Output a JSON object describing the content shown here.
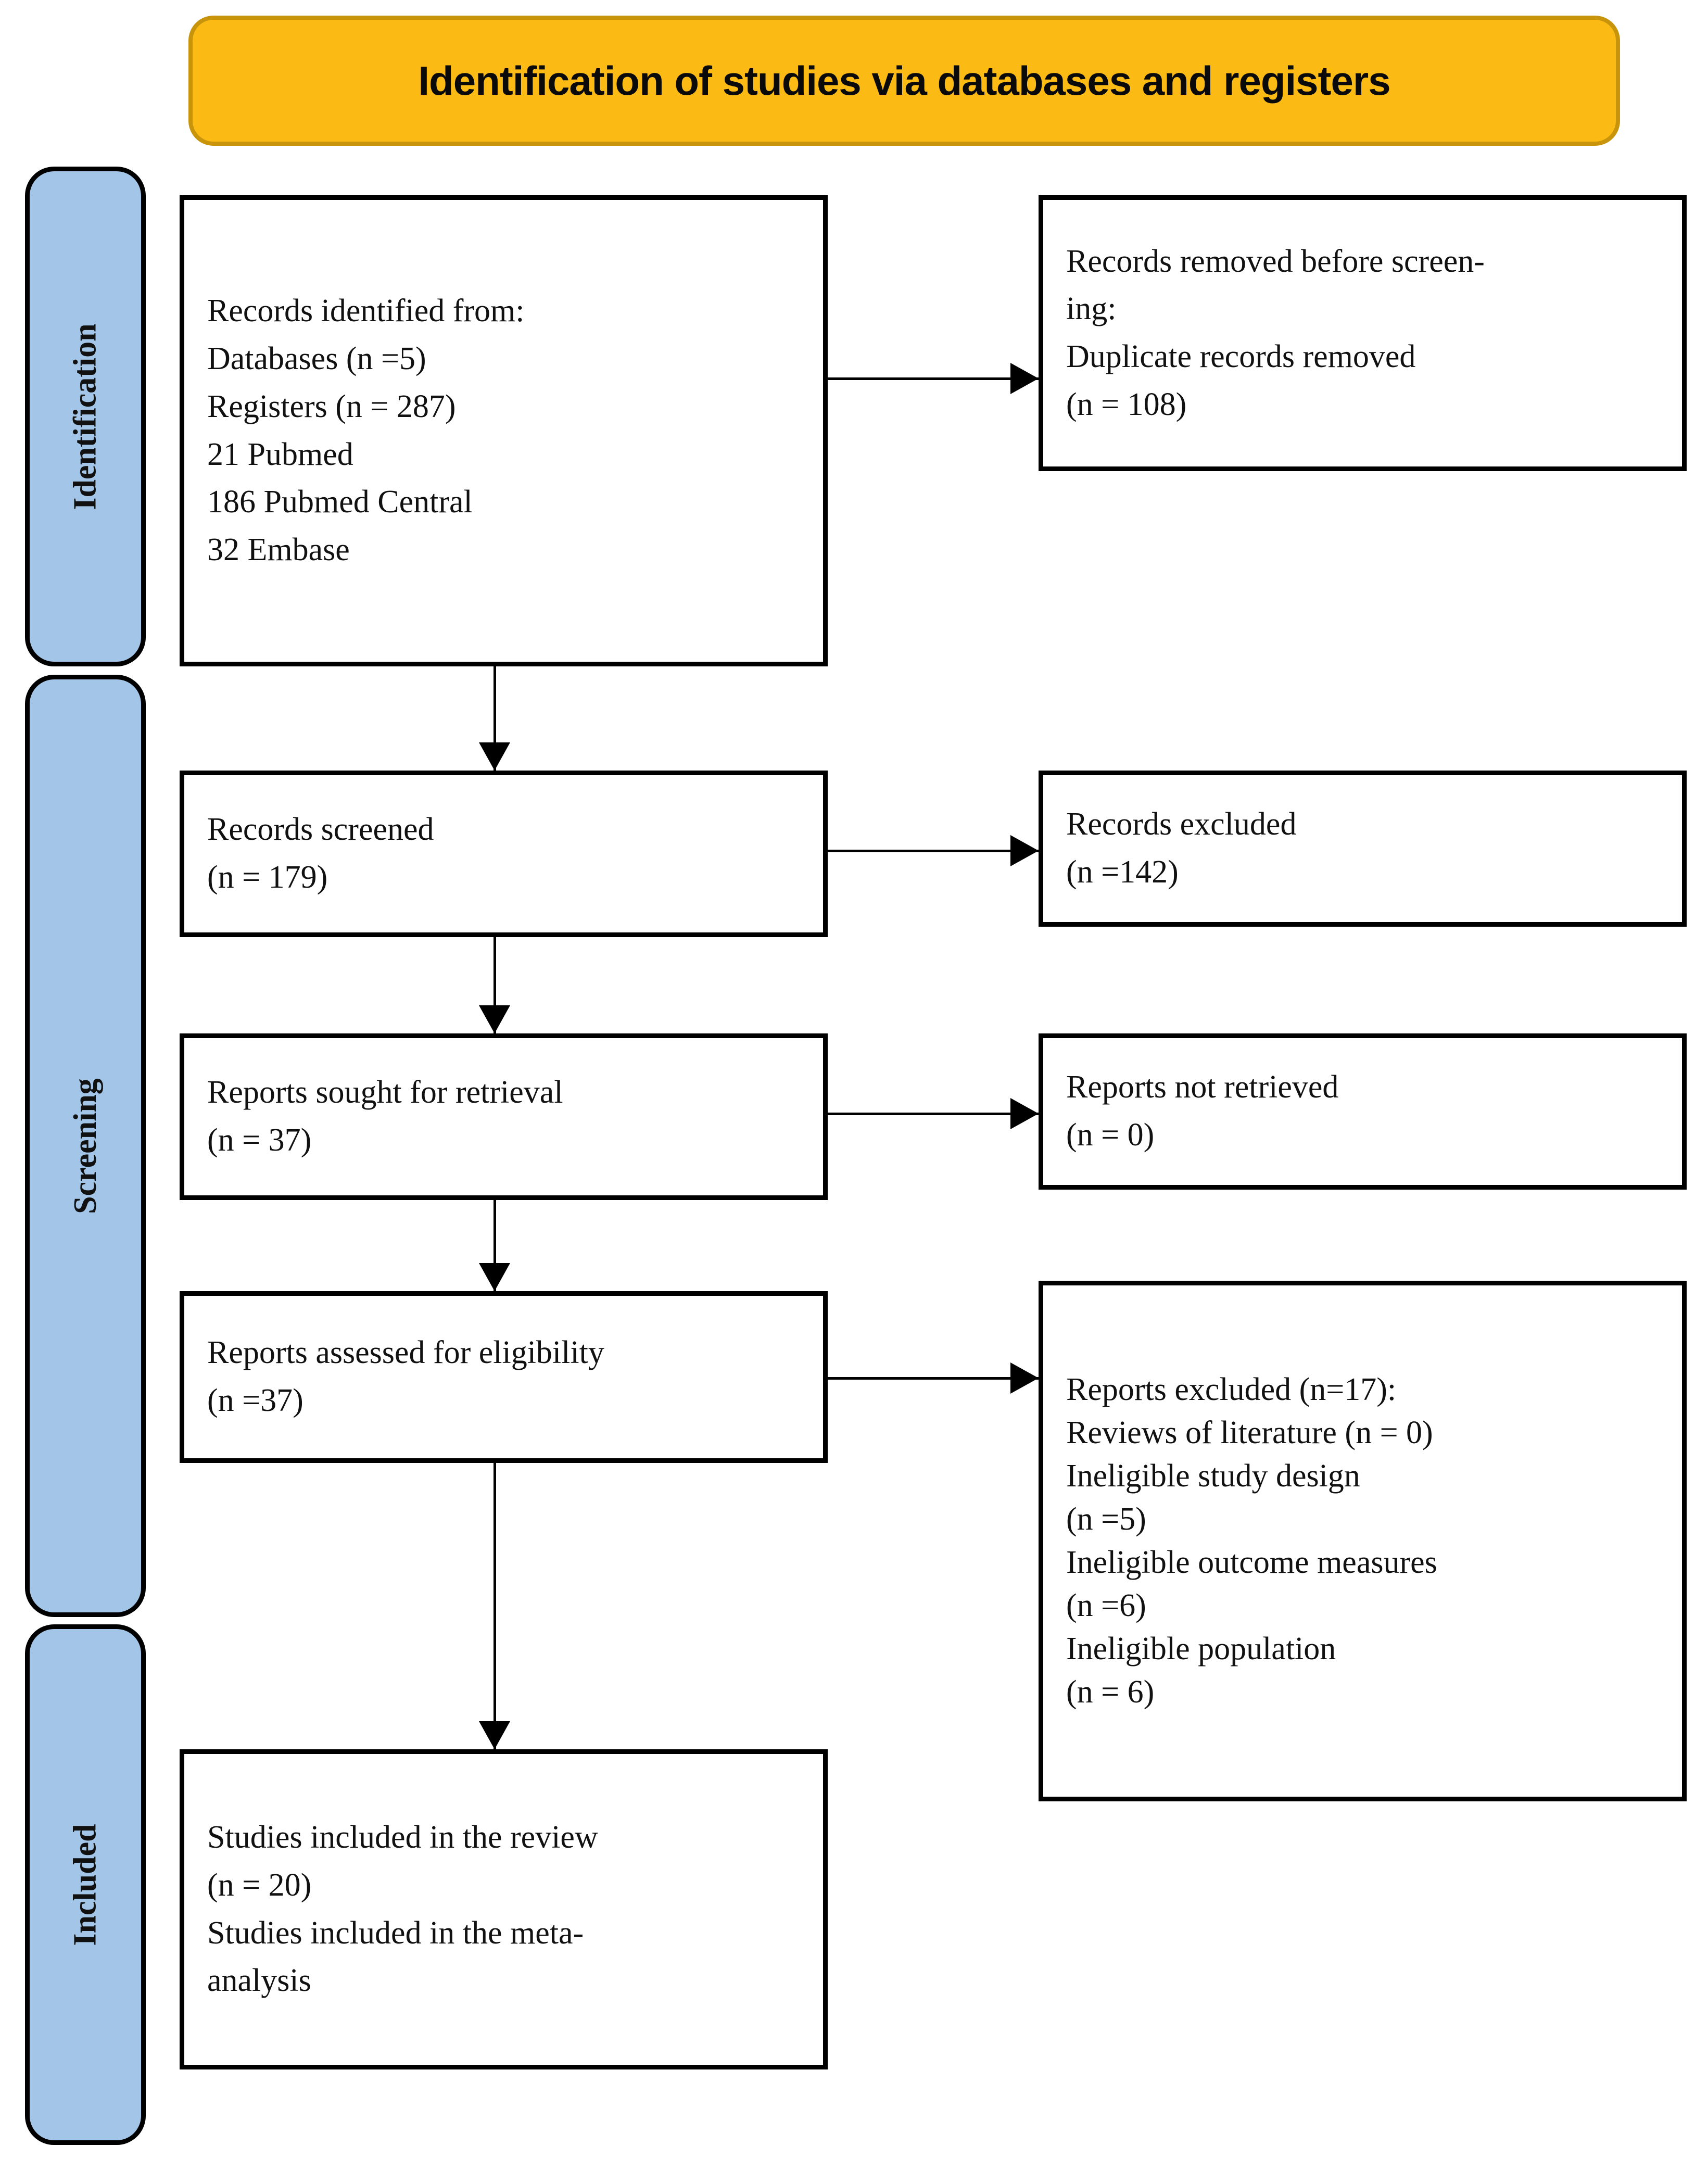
{
  "banner": {
    "title": "Identification of studies via databases and registers",
    "fill_color": "#FBBB14",
    "border_color": "#C8940B"
  },
  "stages": {
    "identification": "Identification",
    "screening": "Screening",
    "included": "Included",
    "fill_color": "#A3C6E8"
  },
  "boxes": {
    "identified": {
      "l0": "Records identified from:",
      "l1": "Databases (n =5)",
      "l2": "Registers (n = 287)",
      "l3": "21 Pubmed",
      "l4": "186 Pubmed Central",
      "l5": "32 Embase"
    },
    "removed": {
      "l0": "Records removed before screen-",
      "l1": "ing:",
      "l2": "Duplicate records removed",
      "l3": "(n = 108)"
    },
    "screened": {
      "l0": "Records screened",
      "l1": "(n = 179)"
    },
    "records_excluded": {
      "l0": "Records excluded",
      "l1": "(n =142)"
    },
    "sought": {
      "l0": "Reports sought for retrieval",
      "l1": "(n = 37)"
    },
    "not_retrieved": {
      "l0": "Reports not retrieved",
      "l1": "(n = 0)"
    },
    "assessed": {
      "l0": "Reports assessed for eligibility",
      "l1": "(n =37)"
    },
    "reports_excluded": {
      "l0": "Reports excluded (n=17):",
      "l1": "Reviews of literature (n = 0)",
      "l2": "Ineligible study design",
      "l3": "(n =5)",
      "l4": "Ineligible outcome measures",
      "l5": "(n =6)",
      "l6": "Ineligible population",
      "l7": "(n = 6)"
    },
    "included": {
      "l0": "Studies included in the review",
      "l1": "(n = 20)",
      "l2": "Studies included in the meta-",
      "l3": "analysis"
    }
  },
  "chart_data": {
    "type": "diagram",
    "title": "Identification of studies via databases and registers",
    "flow": [
      {
        "stage": "Identification",
        "node": "Records identified from: Databases (n =5); Registers (n = 287); 21 Pubmed; 186 Pubmed Central; 32 Embase",
        "n_databases": 5,
        "n_registers": 287,
        "pubmed": 21,
        "pubmed_central": 186,
        "embase": 32
      },
      {
        "stage": "Identification",
        "node": "Records removed before screening: Duplicate records removed",
        "n": 108
      },
      {
        "stage": "Screening",
        "node": "Records screened",
        "n": 179
      },
      {
        "stage": "Screening",
        "node": "Records excluded",
        "n": 142
      },
      {
        "stage": "Screening",
        "node": "Reports sought for retrieval",
        "n": 37
      },
      {
        "stage": "Screening",
        "node": "Reports not retrieved",
        "n": 0
      },
      {
        "stage": "Screening",
        "node": "Reports assessed for eligibility",
        "n": 37
      },
      {
        "stage": "Screening",
        "node": "Reports excluded",
        "n": 17,
        "reasons": [
          {
            "label": "Reviews of literature",
            "n": 0
          },
          {
            "label": "Ineligible study design",
            "n": 5
          },
          {
            "label": "Ineligible outcome measures",
            "n": 6
          },
          {
            "label": "Ineligible population",
            "n": 6
          }
        ]
      },
      {
        "stage": "Included",
        "node": "Studies included in the review",
        "n": 20
      },
      {
        "stage": "Included",
        "node": "Studies included in the meta-analysis",
        "n": null
      }
    ]
  }
}
